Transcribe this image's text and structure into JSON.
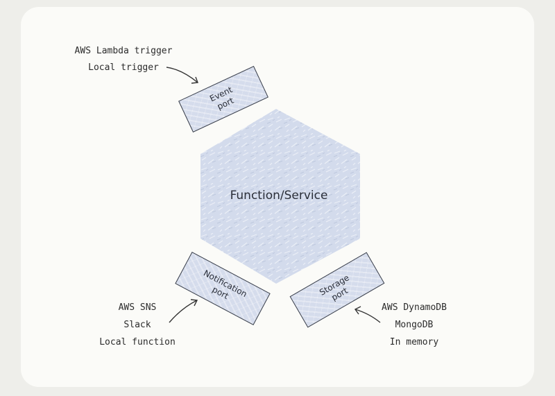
{
  "diagram": {
    "center_label": "Function/Service",
    "ports": {
      "event": {
        "line1": "Event",
        "line2": "port"
      },
      "notification": {
        "line1": "Notification",
        "line2": "port"
      },
      "storage": {
        "line1": "Storage",
        "line2": "port"
      }
    },
    "event_adapters": [
      "AWS Lambda trigger",
      "Local trigger"
    ],
    "notification_adapters": [
      "AWS SNS",
      "Slack",
      "Local function"
    ],
    "storage_adapters": [
      "AWS DynamoDB",
      "MongoDB",
      "In memory"
    ]
  },
  "colors": {
    "background": "#eeeeea",
    "card": "#fbfbf8",
    "hexagon_fill": "#d3dbec",
    "port_fill": "#d5dcec",
    "outline": "#3a3f4a"
  }
}
